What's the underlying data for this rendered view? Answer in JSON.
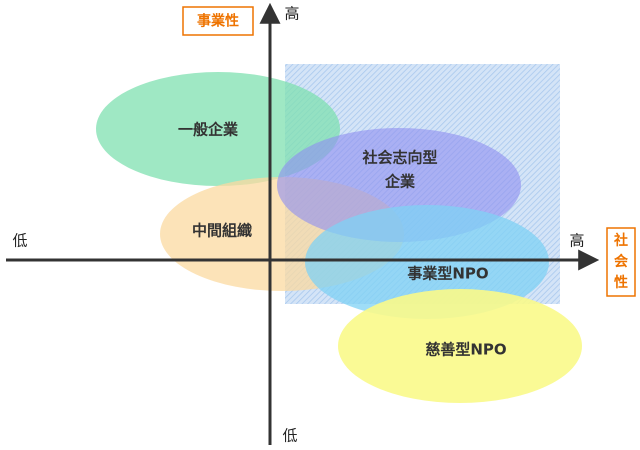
{
  "axis_labels": {
    "vertical_title": "事業性",
    "horizontal_title": [
      "社",
      "会",
      "性"
    ],
    "top": "高",
    "bottom": "低",
    "left": "低",
    "right": "高"
  },
  "regions": {
    "ippan": "一般企業",
    "shakai_line1": "社会志向型",
    "shakai_line2": "企業",
    "chukan": "中間組織",
    "jigyo_npo": "事業型NPO",
    "jizen_npo": "慈善型NPO"
  },
  "colors": {
    "accent": "#ee7300",
    "ippan": "#7fe0b0",
    "chukan": "#fbd9a0",
    "shakai": "#8f8ff0",
    "jigyo": "#7fd2f4",
    "jizen": "#fafa8a",
    "highlight_rect": "#a8c8ee",
    "axis": "#333333"
  }
}
